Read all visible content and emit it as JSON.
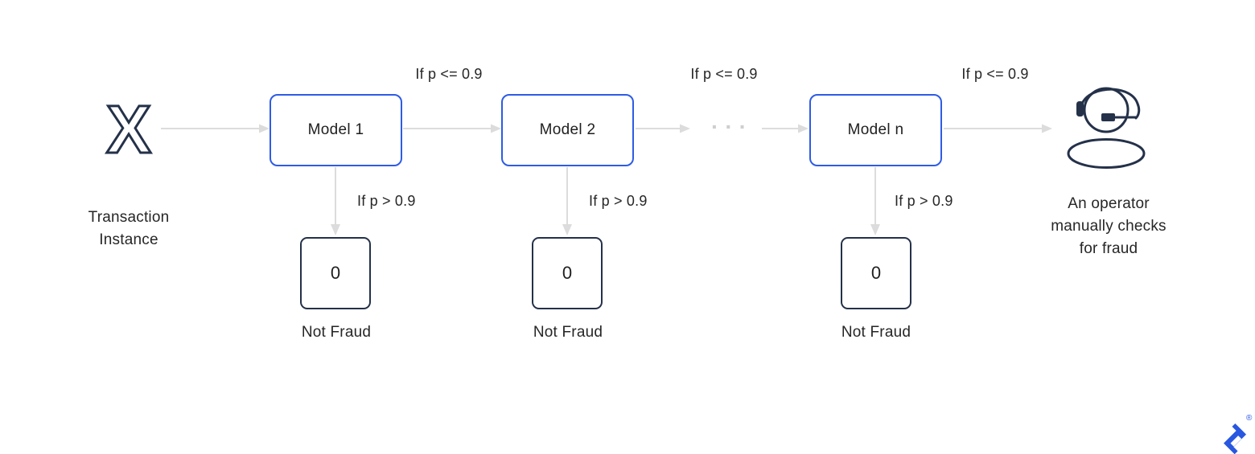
{
  "diagram": {
    "input": {
      "symbol": "X",
      "caption_lines": [
        "Transaction",
        "Instance"
      ]
    },
    "branches": [
      {
        "model_label": "Model 1",
        "pass_label": "If p <= 0.9",
        "fraud_label": "If p > 0.9",
        "output_value": "0",
        "output_caption": "Not Fraud"
      },
      {
        "model_label": "Model 2",
        "pass_label": "If p <= 0.9",
        "fraud_label": "If p > 0.9",
        "output_value": "0",
        "output_caption": "Not Fraud"
      },
      {
        "model_label": "Model n",
        "pass_label": "If p <= 0.9",
        "fraud_label": "If p > 0.9",
        "output_value": "0",
        "output_caption": "Not Fraud"
      }
    ],
    "ellipsis_label": "···",
    "operator": {
      "caption_lines": [
        "An operator",
        "manually checks",
        "for fraud"
      ]
    },
    "icons": {
      "input_icon": "transaction-x-icon",
      "end_icon": "operator-headset-icon",
      "brand_icon": "toptal-logo-icon"
    }
  },
  "branding": {
    "registered_symbol": "®"
  },
  "colors": {
    "model_border_blue": "#2e5ce4",
    "outline_navy": "#243149",
    "arrow_gray": "#dcdcdc",
    "text_dark": "#262626",
    "logo_blue": "#2857e0"
  }
}
